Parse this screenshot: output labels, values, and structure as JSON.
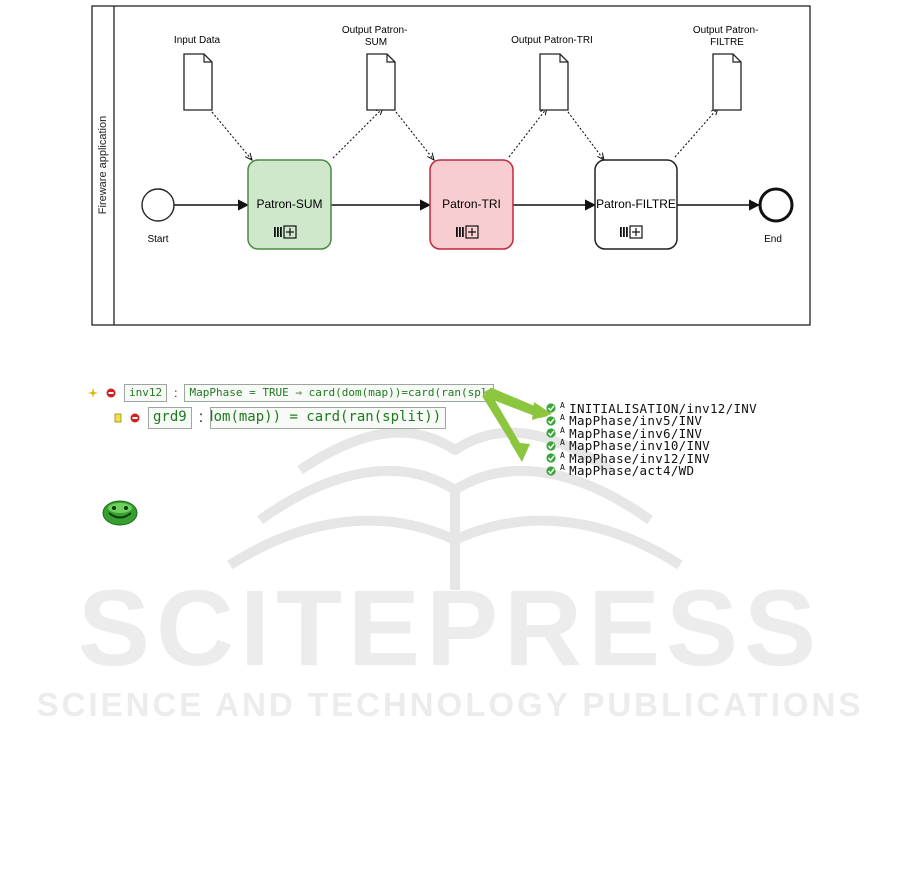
{
  "diagram": {
    "lane_label": "Fireware application",
    "start_label": "Start",
    "end_label": "End",
    "tasks": [
      {
        "label": "Patron-SUM",
        "fill": "#cfe8cc",
        "stroke": "#4a8a44"
      },
      {
        "label": "Patron-TRI",
        "fill": "#f7cdd1",
        "stroke": "#c0283c"
      },
      {
        "label": "Patron-FILTRE",
        "fill": "#ffffff",
        "stroke": "#222222"
      }
    ],
    "documents": [
      {
        "label_lines": [
          "Input Data"
        ]
      },
      {
        "label_lines": [
          "Output Patron-",
          "SUM"
        ]
      },
      {
        "label_lines": [
          "Output Patron-TRI"
        ]
      },
      {
        "label_lines": [
          "Output Patron-",
          "FILTRE"
        ]
      }
    ]
  },
  "rodin": {
    "invariant": {
      "name": "inv12",
      "predicate": "MapPhase = TRUE  ⇒ card(dom(map))=card(ran(split))"
    },
    "guard": {
      "name": "grd9",
      "predicate": "card(dom(map)) = card(ran(split))"
    },
    "proof_obligations": [
      "INITIALISATION/inv12/INV",
      "MapPhase/inv5/INV",
      "MapPhase/inv6/INV",
      "MapPhase/inv10/INV",
      "MapPhase/inv12/INV",
      "MapPhase/act4/WD"
    ],
    "po_status_mark": "A",
    "colors": {
      "accent": "#8cc63f",
      "check": "#3aa53a",
      "code": "#1f7a1f"
    }
  }
}
